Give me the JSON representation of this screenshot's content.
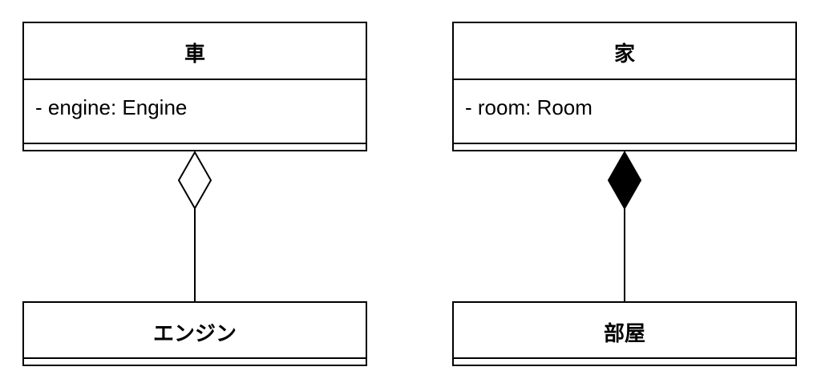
{
  "classes": {
    "car": {
      "name": "車",
      "attributes": [
        "- engine: Engine"
      ]
    },
    "engine": {
      "name": "エンジン",
      "attributes": []
    },
    "house": {
      "name": "家",
      "attributes": [
        "- room: Room"
      ]
    },
    "room": {
      "name": "部屋",
      "attributes": []
    }
  },
  "relations": [
    {
      "from": "car",
      "to": "engine",
      "kind": "aggregation"
    },
    {
      "from": "house",
      "to": "room",
      "kind": "composition"
    }
  ],
  "colors": {
    "stroke": "#000000",
    "fill": "#ffffff",
    "filled_diamond": "#000000"
  }
}
